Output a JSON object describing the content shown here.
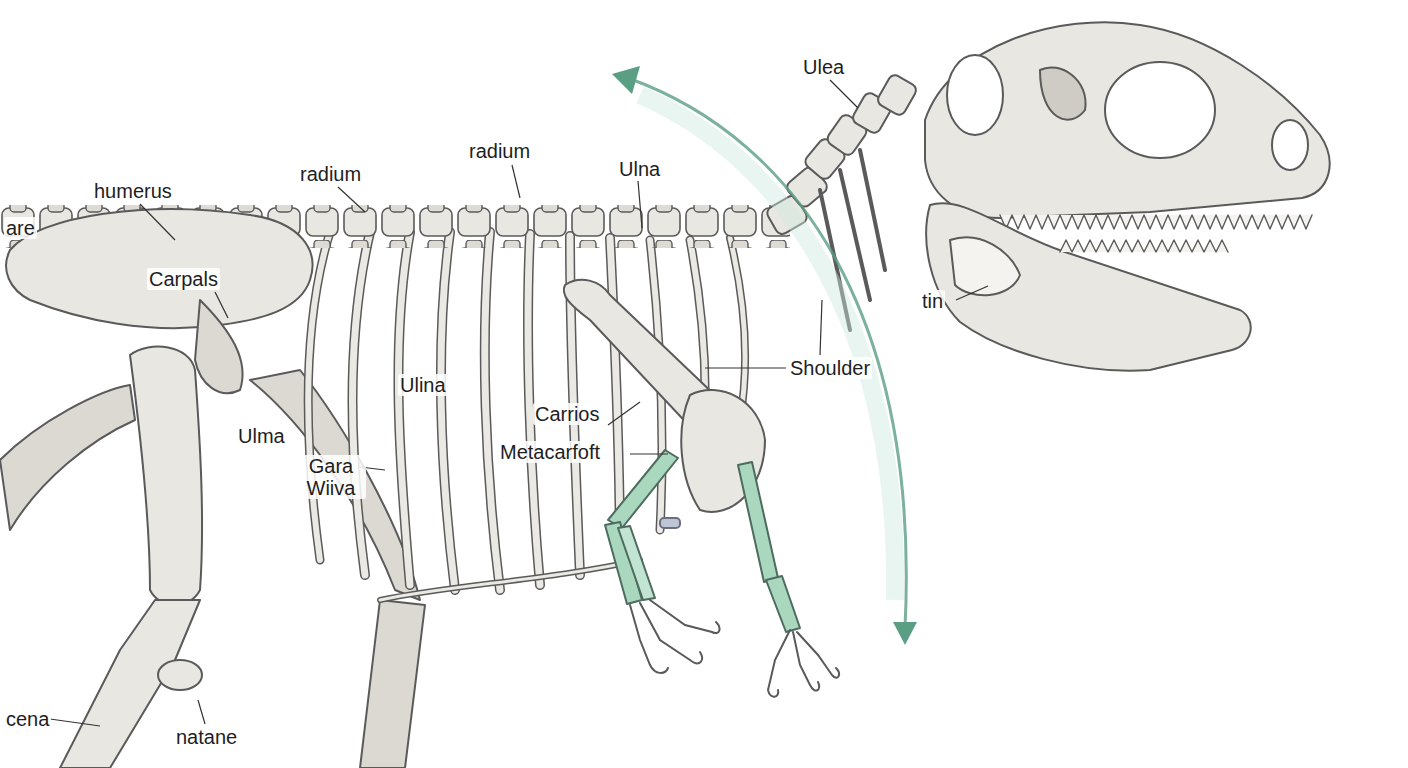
{
  "diagram": {
    "labels": [
      "are",
      "humerus",
      "radium",
      "radium",
      "Ulna",
      "Ulea",
      "Carpals",
      "Ulina",
      "Ulma",
      "Gara Wiiva",
      "Carrios",
      "Metacarfoft",
      "Shoulder",
      "tin",
      "cena",
      "natane"
    ]
  }
}
